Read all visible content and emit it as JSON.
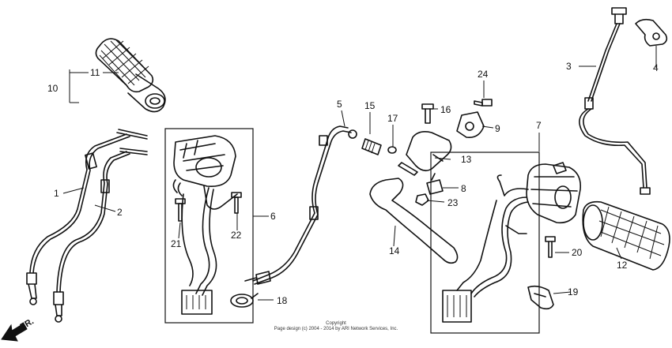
{
  "callouts": {
    "p1": "1",
    "p2": "2",
    "p3": "3",
    "p4": "4",
    "p5": "5",
    "p6": "6",
    "p7": "7",
    "p8": "8",
    "p9": "9",
    "p10": "10",
    "p11": "11",
    "p12": "12",
    "p13": "13",
    "p14": "14",
    "p15": "15",
    "p16": "16",
    "p17": "17",
    "p18": "18",
    "p19": "19",
    "p20": "20",
    "p21": "21",
    "p22": "22",
    "p23": "23",
    "p24": "24"
  },
  "direction_label": "FR.",
  "copyright": {
    "line1": "Copyright",
    "line2": "Page design (c) 2004 - 2014 by ARI Network Services, Inc."
  }
}
